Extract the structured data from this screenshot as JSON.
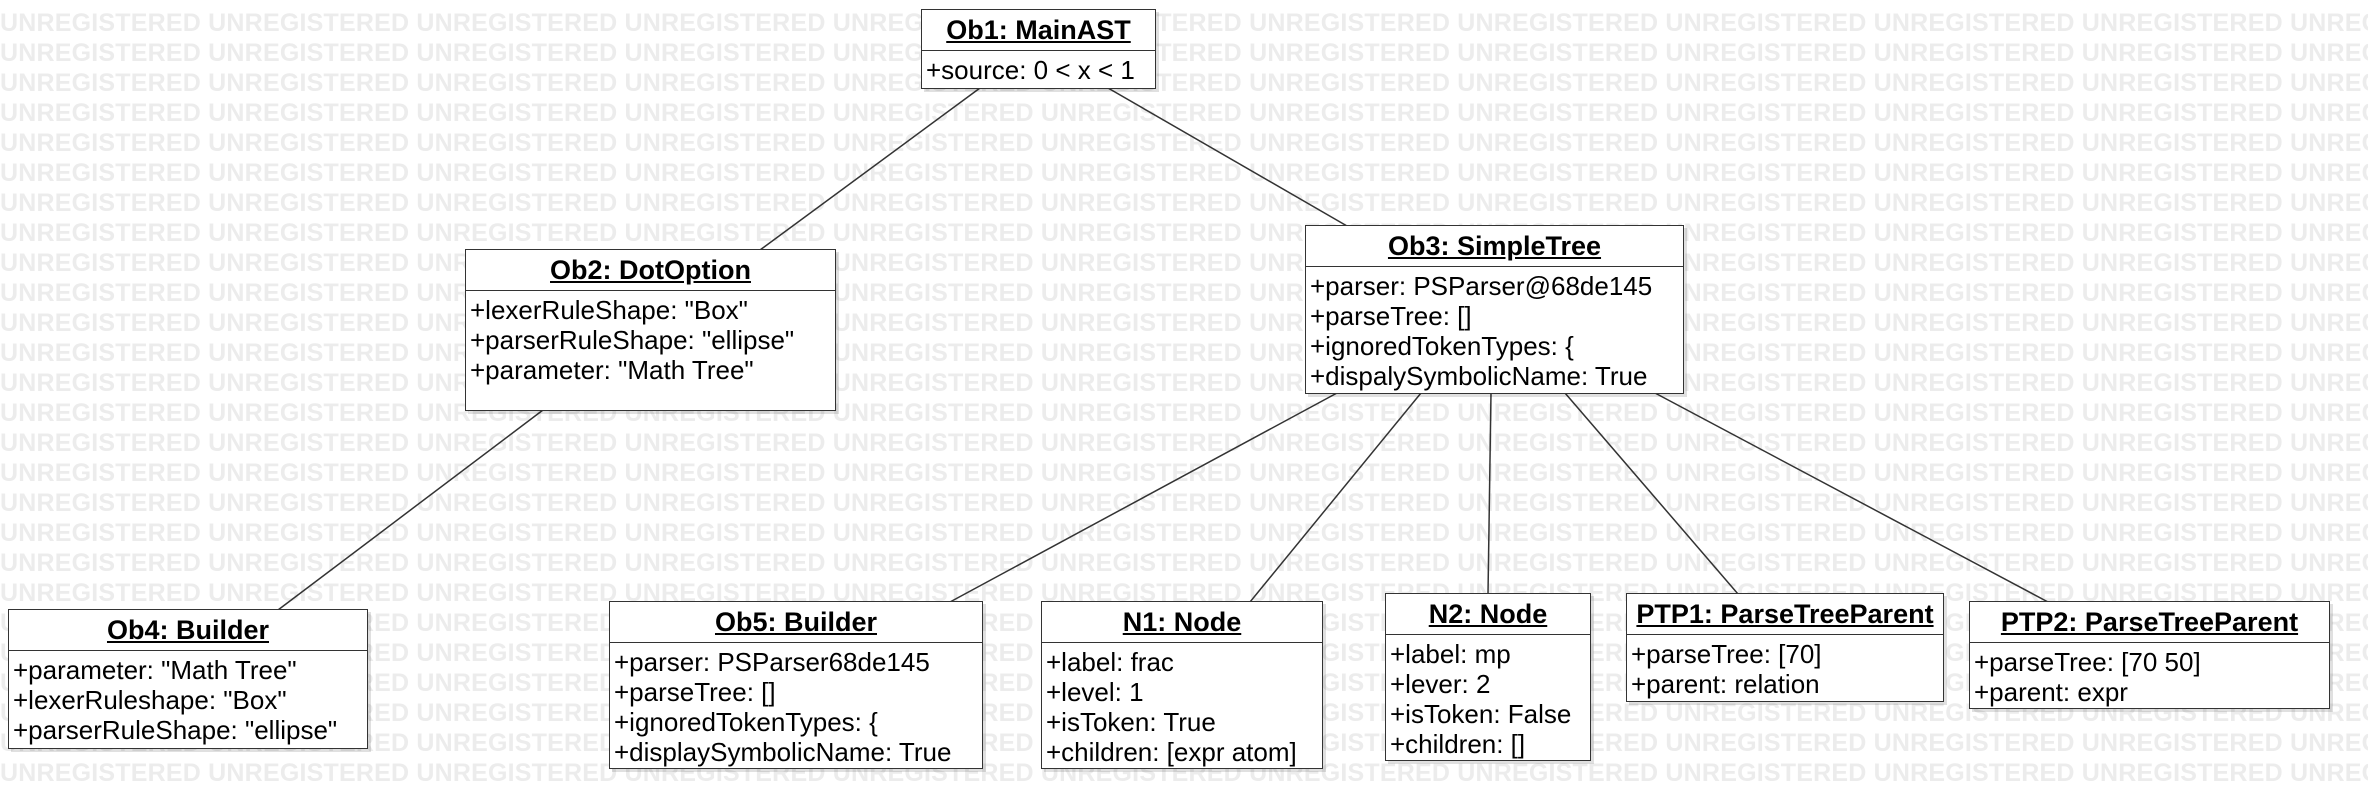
{
  "watermark_text": "UNREGISTERED",
  "objects": [
    {
      "id": "ob1",
      "name": "Ob1: MainAST",
      "attributes": [
        "+source: 0 < x < 1"
      ]
    },
    {
      "id": "ob2",
      "name": "Ob2: DotOption",
      "attributes": [
        "+lexerRuleShape: \"Box\"",
        "+parserRuleShape: \"ellipse\"",
        "+parameter: \"Math Tree\""
      ]
    },
    {
      "id": "ob3",
      "name": "Ob3: SimpleTree",
      "attributes": [
        "+parser: PSParser@68de145",
        "+parseTree: []",
        "+ignoredTokenTypes: {",
        "+dispalySymbolicName: True"
      ]
    },
    {
      "id": "ob4",
      "name": "Ob4: Builder",
      "attributes": [
        "+parameter: \"Math Tree\"",
        "+lexerRuleshape: \"Box\"",
        "+parserRuleShape: \"ellipse\""
      ]
    },
    {
      "id": "ob5",
      "name": "Ob5: Builder",
      "attributes": [
        "+parser: PSParser68de145",
        "+parseTree: []",
        "+ignoredTokenTypes: {",
        "+displaySymbolicName: True"
      ]
    },
    {
      "id": "n1",
      "name": "N1: Node",
      "attributes": [
        "+label: frac",
        "+level: 1",
        "+isToken: True",
        "+children: [expr atom]"
      ]
    },
    {
      "id": "n2",
      "name": "N2: Node",
      "attributes": [
        "+label: mp",
        "+lever: 2",
        "+isToken: False",
        "+children: []"
      ]
    },
    {
      "id": "ptp1",
      "name": "PTP1: ParseTreeParent",
      "attributes": [
        "+parseTree: [70]",
        "+parent: relation"
      ]
    },
    {
      "id": "ptp2",
      "name": "PTP2: ParseTreeParent",
      "attributes": [
        "+parseTree: [70 50]",
        "+parent: expr"
      ]
    }
  ],
  "links": [
    {
      "from": "ob1",
      "to": "ob2"
    },
    {
      "from": "ob1",
      "to": "ob3"
    },
    {
      "from": "ob2",
      "to": "ob4"
    },
    {
      "from": "ob3",
      "to": "ob5"
    },
    {
      "from": "ob3",
      "to": "n1"
    },
    {
      "from": "ob3",
      "to": "n2"
    },
    {
      "from": "ob3",
      "to": "ptp1"
    },
    {
      "from": "ob3",
      "to": "ptp2"
    }
  ]
}
